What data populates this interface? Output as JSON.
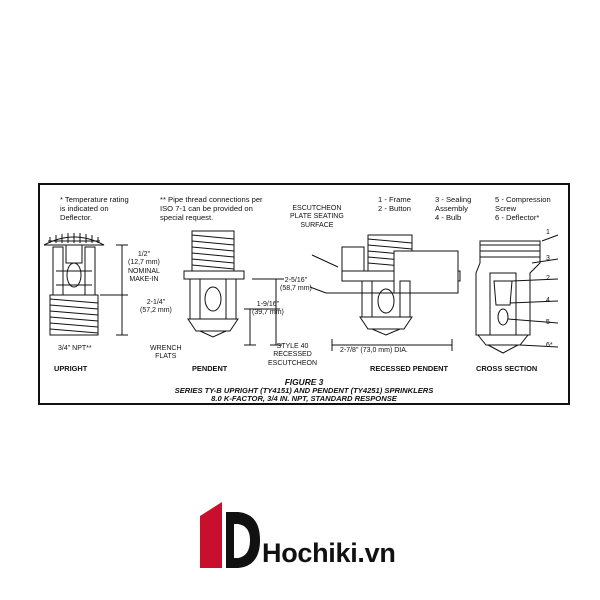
{
  "notes": {
    "temperature": "* Temperature rating\n   is indicated on\n   Deflector.",
    "pipe_thread": "** Pipe thread connections per\n    ISO 7-1 can be provided on\n    special request."
  },
  "legend": {
    "col1": "1 - Frame\n2 - Button",
    "col2": "3 - Sealing\n      Assembly\n4 - Bulb",
    "col3": "5 - Compression\n      Screw\n6 - Deflector*"
  },
  "dimensions": {
    "upright_half": "1/2\"\n(12,7 mm)\nNOMINAL\nMAKE-IN",
    "upright_height": "2-1/4\"\n(57,2 mm)",
    "npt": "3/4\" NPT**",
    "wrench": "WRENCH\nFLATS",
    "escutcheon_surface": "ESCUTCHEON\nPLATE SEATING\nSURFACE",
    "pendent_tall": "2-5/16\"\n(58,7 mm)",
    "pendent_short": "1-9/16\"\n(39,7 mm)",
    "style40": "STYLE 40\nRECESSED\nESCUTCHEON",
    "dia": "2-7/8\" (73,0 mm) DIA."
  },
  "callouts": [
    "1",
    "3",
    "2",
    "4",
    "5",
    "6*"
  ],
  "captions": {
    "upright": "UPRIGHT",
    "pendent": "PENDENT",
    "recessed": "RECESSED PENDENT",
    "cross": "CROSS SECTION"
  },
  "figure": {
    "number": "FIGURE 3",
    "line1": "SERIES TY-B UPRIGHT (TY4151) AND PENDENT (TY4251) SPRINKLERS",
    "line2": "8.0 K-FACTOR, 3/4 IN. NPT, STANDARD RESPONSE"
  },
  "brand": {
    "name": "Hochiki.vn",
    "logo_color": "#c8102e"
  }
}
